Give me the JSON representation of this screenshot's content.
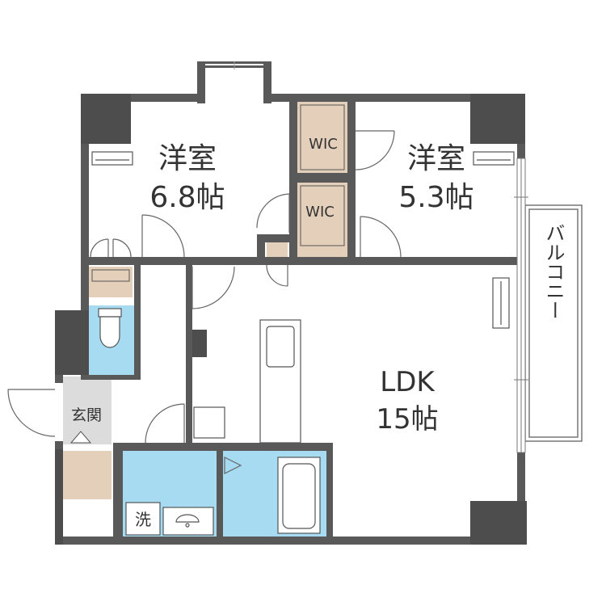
{
  "plan": {
    "rooms": {
      "western_room_1": {
        "name": "洋室",
        "size": "6.8帖"
      },
      "western_room_2": {
        "name": "洋室",
        "size": "5.3帖"
      },
      "ldk": {
        "name": "LDK",
        "size": "15帖"
      }
    },
    "wic_1": "WIC",
    "wic_2": "WIC",
    "entrance": "玄関",
    "washroom": "洗",
    "balcony": "バルコニー"
  },
  "colors": {
    "wall": "#595959",
    "pillar": "#4d4d4d",
    "closet": "#e3cfba",
    "wet_area": "#a6dbf2",
    "entrance_floor": "#dcdcdc",
    "label": "#333333"
  }
}
